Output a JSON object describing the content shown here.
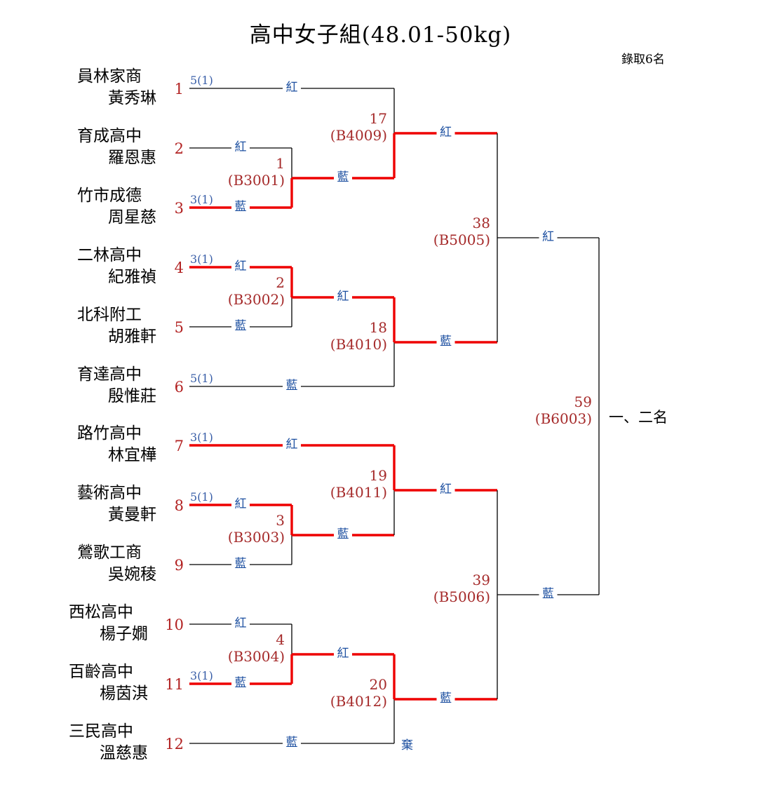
{
  "title": "高中女子組(48.01-50kg)",
  "quota": "錄取6名",
  "colors": {
    "win_line": "#ee0000",
    "line": "#000000",
    "seed": "#b22222",
    "corner": "#1c4fa0",
    "match": "#a52a2a",
    "score": "#3a5fa8"
  },
  "entrants": [
    {
      "seed": "1",
      "school": "員林家商",
      "athlete": "黃秀琳",
      "score": "5(1)",
      "corner": "紅",
      "bye": true,
      "advanced": false
    },
    {
      "seed": "2",
      "school": "育成高中",
      "athlete": "羅恩惠",
      "score": "",
      "corner": "紅",
      "bye": false,
      "advanced": false
    },
    {
      "seed": "3",
      "school": "竹市成德",
      "athlete": "周星慈",
      "score": "3(1)",
      "corner": "藍",
      "bye": false,
      "advanced": true
    },
    {
      "seed": "4",
      "school": "二林高中",
      "athlete": "紀雅禎",
      "score": "3(1)",
      "corner": "紅",
      "bye": false,
      "advanced": true
    },
    {
      "seed": "5",
      "school": "北科附工",
      "athlete": "胡雅軒",
      "score": "",
      "corner": "藍",
      "bye": false,
      "advanced": false
    },
    {
      "seed": "6",
      "school": "育達高中",
      "athlete": "殷惟莊",
      "score": "5(1)",
      "corner": "藍",
      "bye": true,
      "advanced": false
    },
    {
      "seed": "7",
      "school": "路竹高中",
      "athlete": "林宜樺",
      "score": "3(1)",
      "corner": "紅",
      "bye": true,
      "advanced": true
    },
    {
      "seed": "8",
      "school": "藝術高中",
      "athlete": "黃曼軒",
      "score": "5(1)",
      "corner": "紅",
      "bye": false,
      "advanced": true
    },
    {
      "seed": "9",
      "school": "鶯歌工商",
      "athlete": "吳婉稜",
      "score": "",
      "corner": "藍",
      "bye": false,
      "advanced": false
    },
    {
      "seed": "10",
      "school": "西松高中",
      "athlete": "楊子嫺",
      "score": "",
      "corner": "紅",
      "bye": false,
      "advanced": false
    },
    {
      "seed": "11",
      "school": "百齡高中",
      "athlete": "楊茵淇",
      "score": "3(1)",
      "corner": "藍",
      "bye": false,
      "advanced": true
    },
    {
      "seed": "12",
      "school": "三民高中",
      "athlete": "溫慈惠",
      "score": "",
      "corner": "藍",
      "bye": true,
      "advanced": false
    }
  ],
  "matches": [
    {
      "id": "m1",
      "number": "1",
      "code": "(B3001)",
      "round": 1,
      "top": "e2",
      "bottom": "e3",
      "winner": "bottom",
      "out_corner": "藍"
    },
    {
      "id": "m2",
      "number": "2",
      "code": "(B3002)",
      "round": 1,
      "top": "e4",
      "bottom": "e5",
      "winner": "top",
      "out_corner": "紅"
    },
    {
      "id": "m3",
      "number": "3",
      "code": "(B3003)",
      "round": 1,
      "top": "e8",
      "bottom": "e9",
      "winner": "top",
      "out_corner": "藍"
    },
    {
      "id": "m4",
      "number": "4",
      "code": "(B3004)",
      "round": 1,
      "top": "e10",
      "bottom": "e11",
      "winner": "bottom",
      "out_corner": "紅"
    },
    {
      "id": "m17",
      "number": "17",
      "code": "(B4009)",
      "round": 2,
      "top": "e1",
      "bottom": "m1",
      "winner": "bottom",
      "out_corner": "紅"
    },
    {
      "id": "m18",
      "number": "18",
      "code": "(B4010)",
      "round": 2,
      "top": "m2",
      "bottom": "e6",
      "winner": "top",
      "out_corner": "藍"
    },
    {
      "id": "m19",
      "number": "19",
      "code": "(B4011)",
      "round": 2,
      "top": "e7",
      "bottom": "m3",
      "winner": "top",
      "out_corner": "紅"
    },
    {
      "id": "m20",
      "number": "20",
      "code": "(B4012)",
      "round": 2,
      "top": "m4",
      "bottom": "e12",
      "winner": "top",
      "out_corner": "藍",
      "note": "棄"
    },
    {
      "id": "m38",
      "number": "38",
      "code": "(B5005)",
      "round": 3,
      "top": "m17",
      "bottom": "m18",
      "winner": "none",
      "out_corner": "紅"
    },
    {
      "id": "m39",
      "number": "39",
      "code": "(B5006)",
      "round": 3,
      "top": "m19",
      "bottom": "m20",
      "winner": "none",
      "out_corner": "藍"
    },
    {
      "id": "m59",
      "number": "59",
      "code": "(B6003)",
      "round": 4,
      "top": "m38",
      "bottom": "m39",
      "winner": "none",
      "place": "一、二名"
    }
  ]
}
